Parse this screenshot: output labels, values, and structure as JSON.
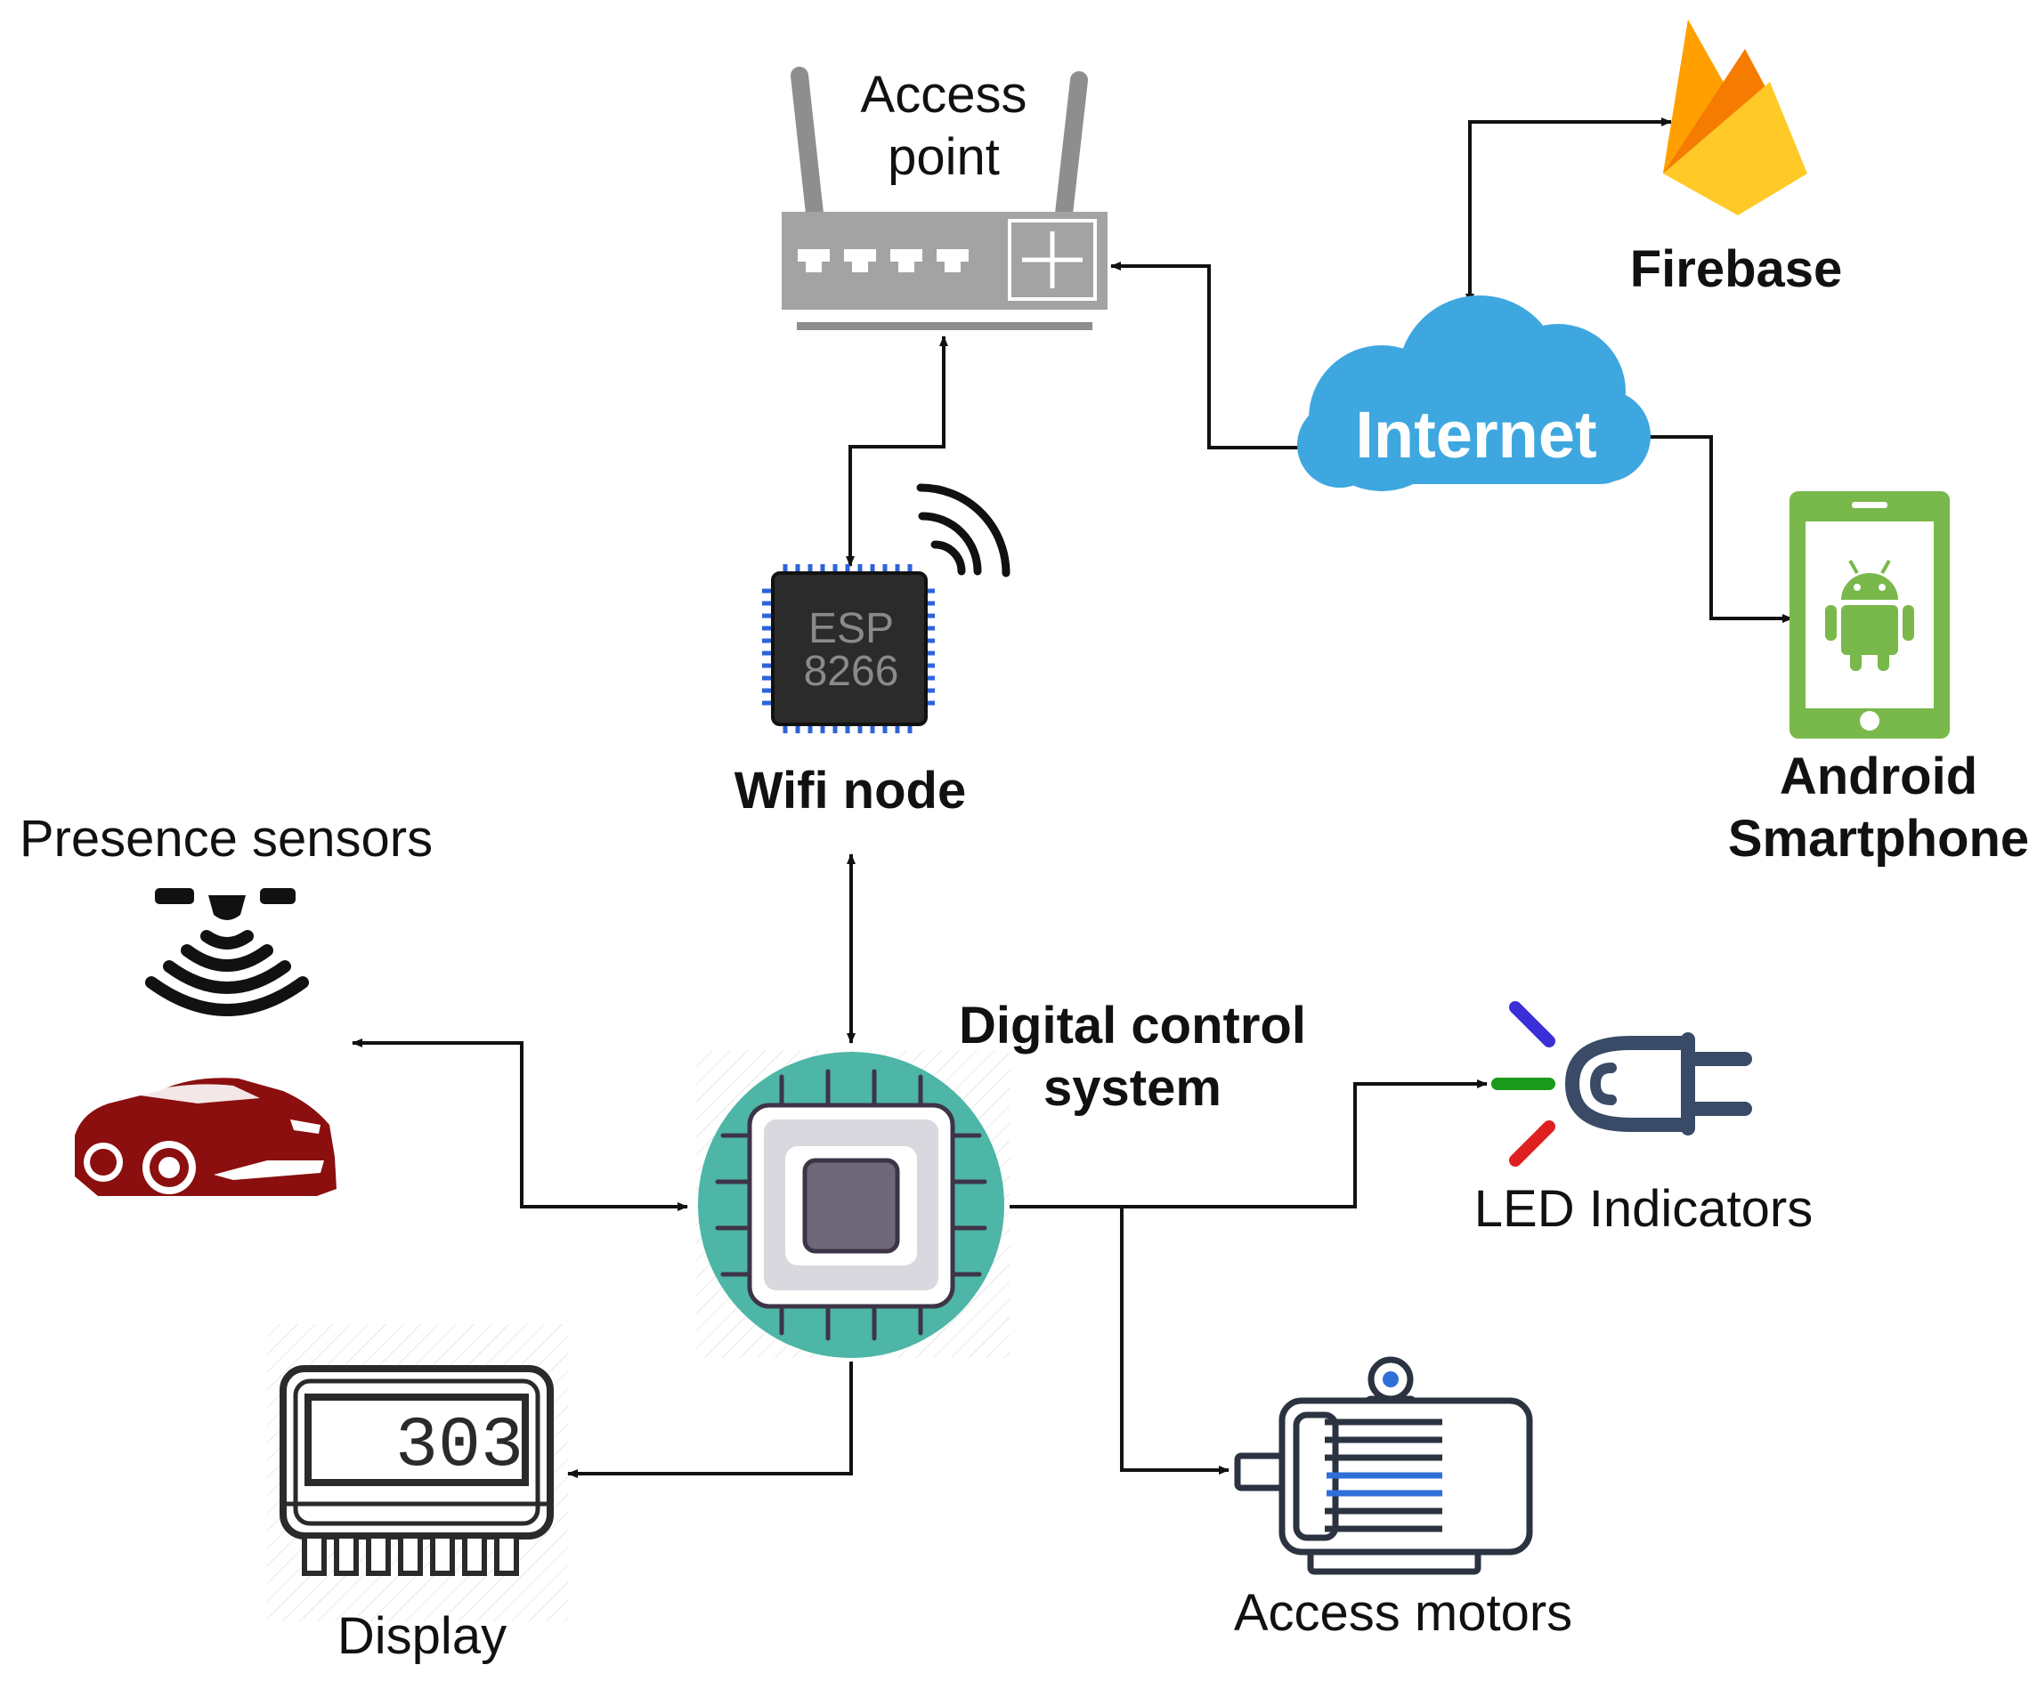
{
  "labels": {
    "access_point_1": "Access",
    "access_point_2": "point",
    "firebase": "Firebase",
    "internet": "Internet",
    "android_1": "Android",
    "android_2": "Smartphone",
    "wifi_node": "Wifi node",
    "esp_1": "ESP",
    "esp_2": "8266",
    "presence_sensors": "Presence sensors",
    "digital_control_1": "Digital control",
    "digital_control_2": "system",
    "led_indicators": "LED Indicators",
    "display_value": "303",
    "display": "Display",
    "access_motors": "Access motors"
  },
  "colors": {
    "cloud": "#3ea7df",
    "router": "#a0a0a0",
    "chip_dark": "#2b2b2b",
    "chip_pins": "#2e63d8",
    "android_green": "#79b84a",
    "firebase_yellow": "#ffca28",
    "firebase_orange": "#f57c00",
    "car_red": "#8b0f0f",
    "mcu_teal": "#4db6a6",
    "mcu_core": "#6e6878",
    "led_blue": "#3a2fd6",
    "led_green": "#1a9a1a",
    "led_red": "#e02020",
    "led_plug": "#394b66",
    "motor_blue": "#2f6fd8"
  },
  "icons": {
    "router": "router-icon",
    "firebase": "firebase-icon",
    "cloud": "cloud-icon",
    "android_phone": "android-phone-icon",
    "esp_chip": "esp8266-chip-icon",
    "wifi_waves": "wifi-waves-icon",
    "sensor": "presence-sensor-icon",
    "car": "car-icon",
    "microcontroller": "microcontroller-icon",
    "led": "led-icon",
    "display": "seven-segment-display-icon",
    "motor": "electric-motor-icon"
  }
}
